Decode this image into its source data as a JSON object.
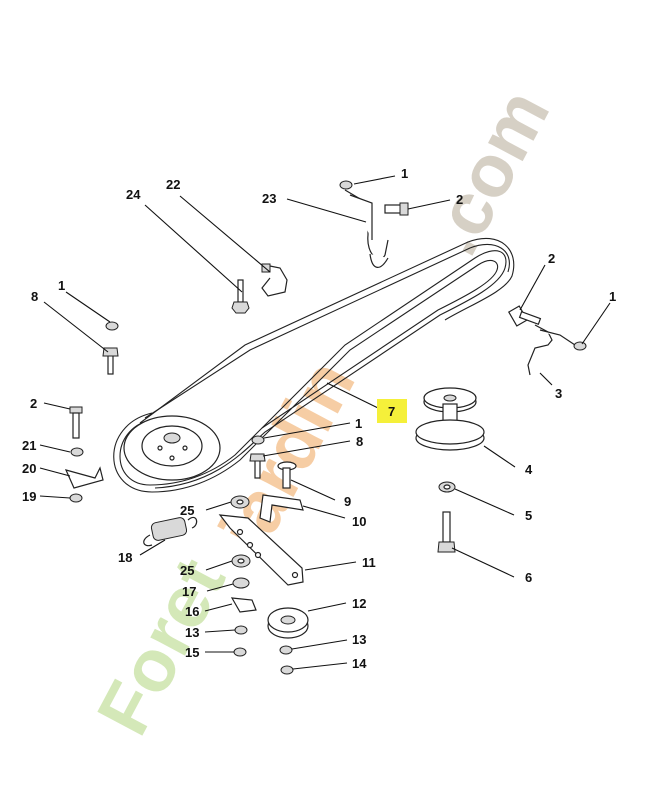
{
  "watermark": {
    "brand_part1": "Foret",
    "brand_part2": "jardin",
    "brand_part3": ".com",
    "colors": {
      "orange": "#f0a55a",
      "green": "#b8d98a",
      "gray": "#b6aa96"
    }
  },
  "highlight": {
    "color": "#f5f03a"
  },
  "callouts": {
    "c1_top": "1",
    "c2_top": "2",
    "c23": "23",
    "c22": "22",
    "c24": "24",
    "c2_right": "2",
    "c1_right": "1",
    "c3": "3",
    "c8_left": "8",
    "c1_left": "1",
    "c7": "7",
    "c1_mid": "1",
    "c8_mid": "8",
    "c4": "4",
    "c5": "5",
    "c6": "6",
    "c2_left": "2",
    "c21": "21",
    "c20": "20",
    "c19": "19",
    "c9": "9",
    "c10": "10",
    "c25_top": "25",
    "c18": "18",
    "c11": "11",
    "c25_low": "25",
    "c17": "17",
    "c16": "16",
    "c12": "12",
    "c13_left": "13",
    "c15": "15",
    "c13_right": "13",
    "c14": "14"
  }
}
